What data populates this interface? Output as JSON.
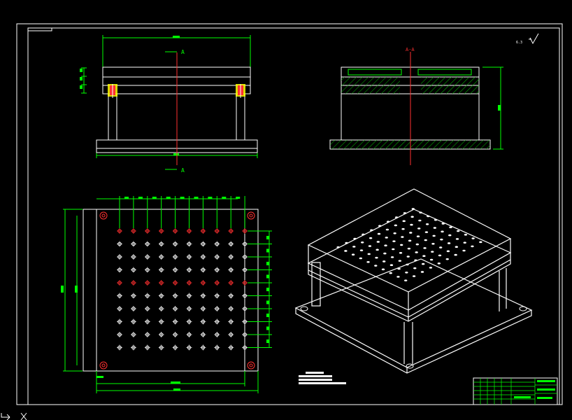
{
  "drawing": {
    "section_mark": "A",
    "center_mark_top": "A-A",
    "surface_finish": "6.3",
    "colors": {
      "background": "#000000",
      "outline": "#ffffff",
      "dimension": "#00ff00",
      "centerline": "#ff0000",
      "hatch": "#00c000",
      "part_body": "#ffff00",
      "accent_red": "#ff3030"
    },
    "grid": {
      "rows": 10,
      "cols": 10
    },
    "title_block": {
      "present": true
    }
  }
}
